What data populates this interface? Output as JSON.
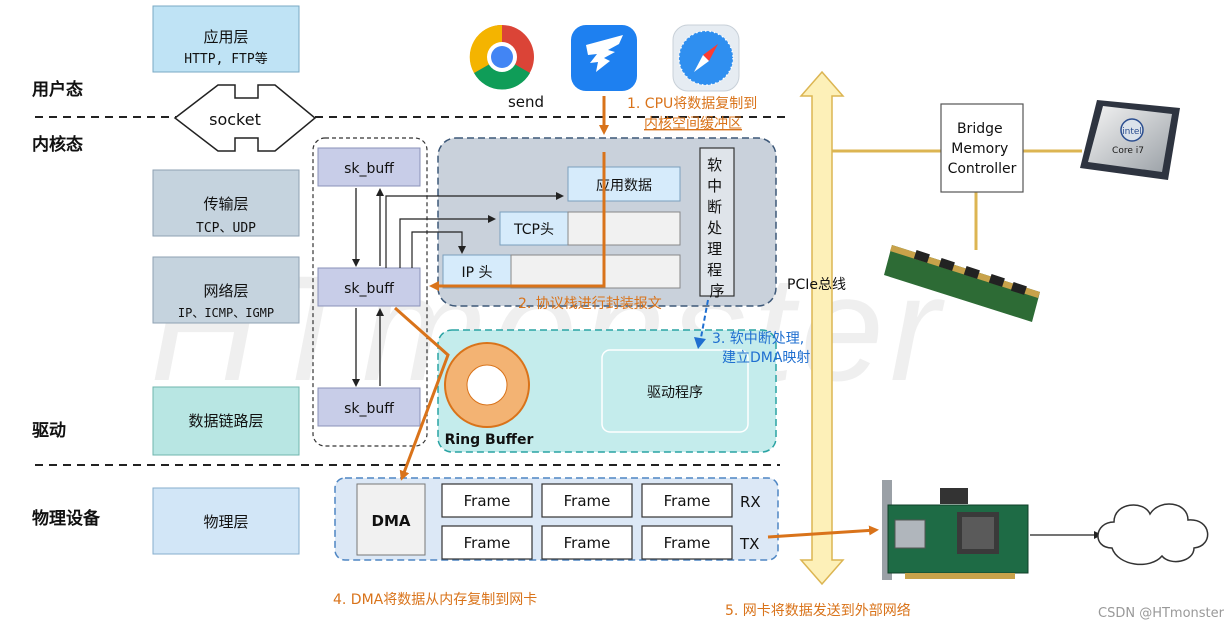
{
  "watermark": "HTmonster",
  "zones": {
    "user_mode": "用户态",
    "kernel_mode": "内核态",
    "driver": "驱动",
    "physical_device": "物理设备"
  },
  "layers": {
    "application": {
      "name": "应用层",
      "protocols": "HTTP, FTP等"
    },
    "socket": "socket",
    "transport": {
      "name": "传输层",
      "protocols": "TCP、UDP"
    },
    "network": {
      "name": "网络层",
      "protocols": "IP、ICMP、IGMP"
    },
    "datalink": {
      "name": "数据链路层"
    },
    "physical": {
      "name": "物理层"
    }
  },
  "apps": {
    "send_label": "send"
  },
  "sk_buff": [
    "sk_buff",
    "sk_buff",
    "sk_buff"
  ],
  "packet": {
    "app_data": "应用数据",
    "tcp_header": "TCP头",
    "ip_header": "IP 头",
    "softirq": "软中断处理程序"
  },
  "driver": {
    "ring_buffer": "Ring Buffer",
    "driver_program": "驱动程序"
  },
  "dma": {
    "label": "DMA",
    "frame": "Frame",
    "rx": "RX",
    "tx": "TX"
  },
  "bus": {
    "pcie": "PCIe总线"
  },
  "bridge": {
    "line1": "Bridge",
    "line2": "Memory",
    "line3": "Controller"
  },
  "cpu_chip": {
    "brand": "intel",
    "model": "Core i7"
  },
  "steps": {
    "step1_line1": "1. CPU将数据复制到",
    "step1_line2": "内核空间缓冲区",
    "step2": "2. 协议栈进行封装报文",
    "step3_line1": "3. 软中断处理,",
    "step3_line2": "建立DMA映射",
    "step4": "4. DMA将数据从内存复制到网卡",
    "step5": "5. 网卡将数据发送到外部网络"
  },
  "credit": "CSDN @HTmonster",
  "colors": {
    "orange": "#d9731a",
    "blue_text": "#1f6fd0",
    "app_layer": "#bfe3f5",
    "stack_layer": "#c5d3de",
    "datalink": "#b8e6e3",
    "physical": "#d2e6f7",
    "skbuff": "#c8cde8",
    "kernel_panel": "#c9d1db",
    "driver_panel": "#c4ecec",
    "dma_panel": "#dce8f6",
    "bus": "#fdf0b8",
    "bus_line": "#dcb552"
  }
}
